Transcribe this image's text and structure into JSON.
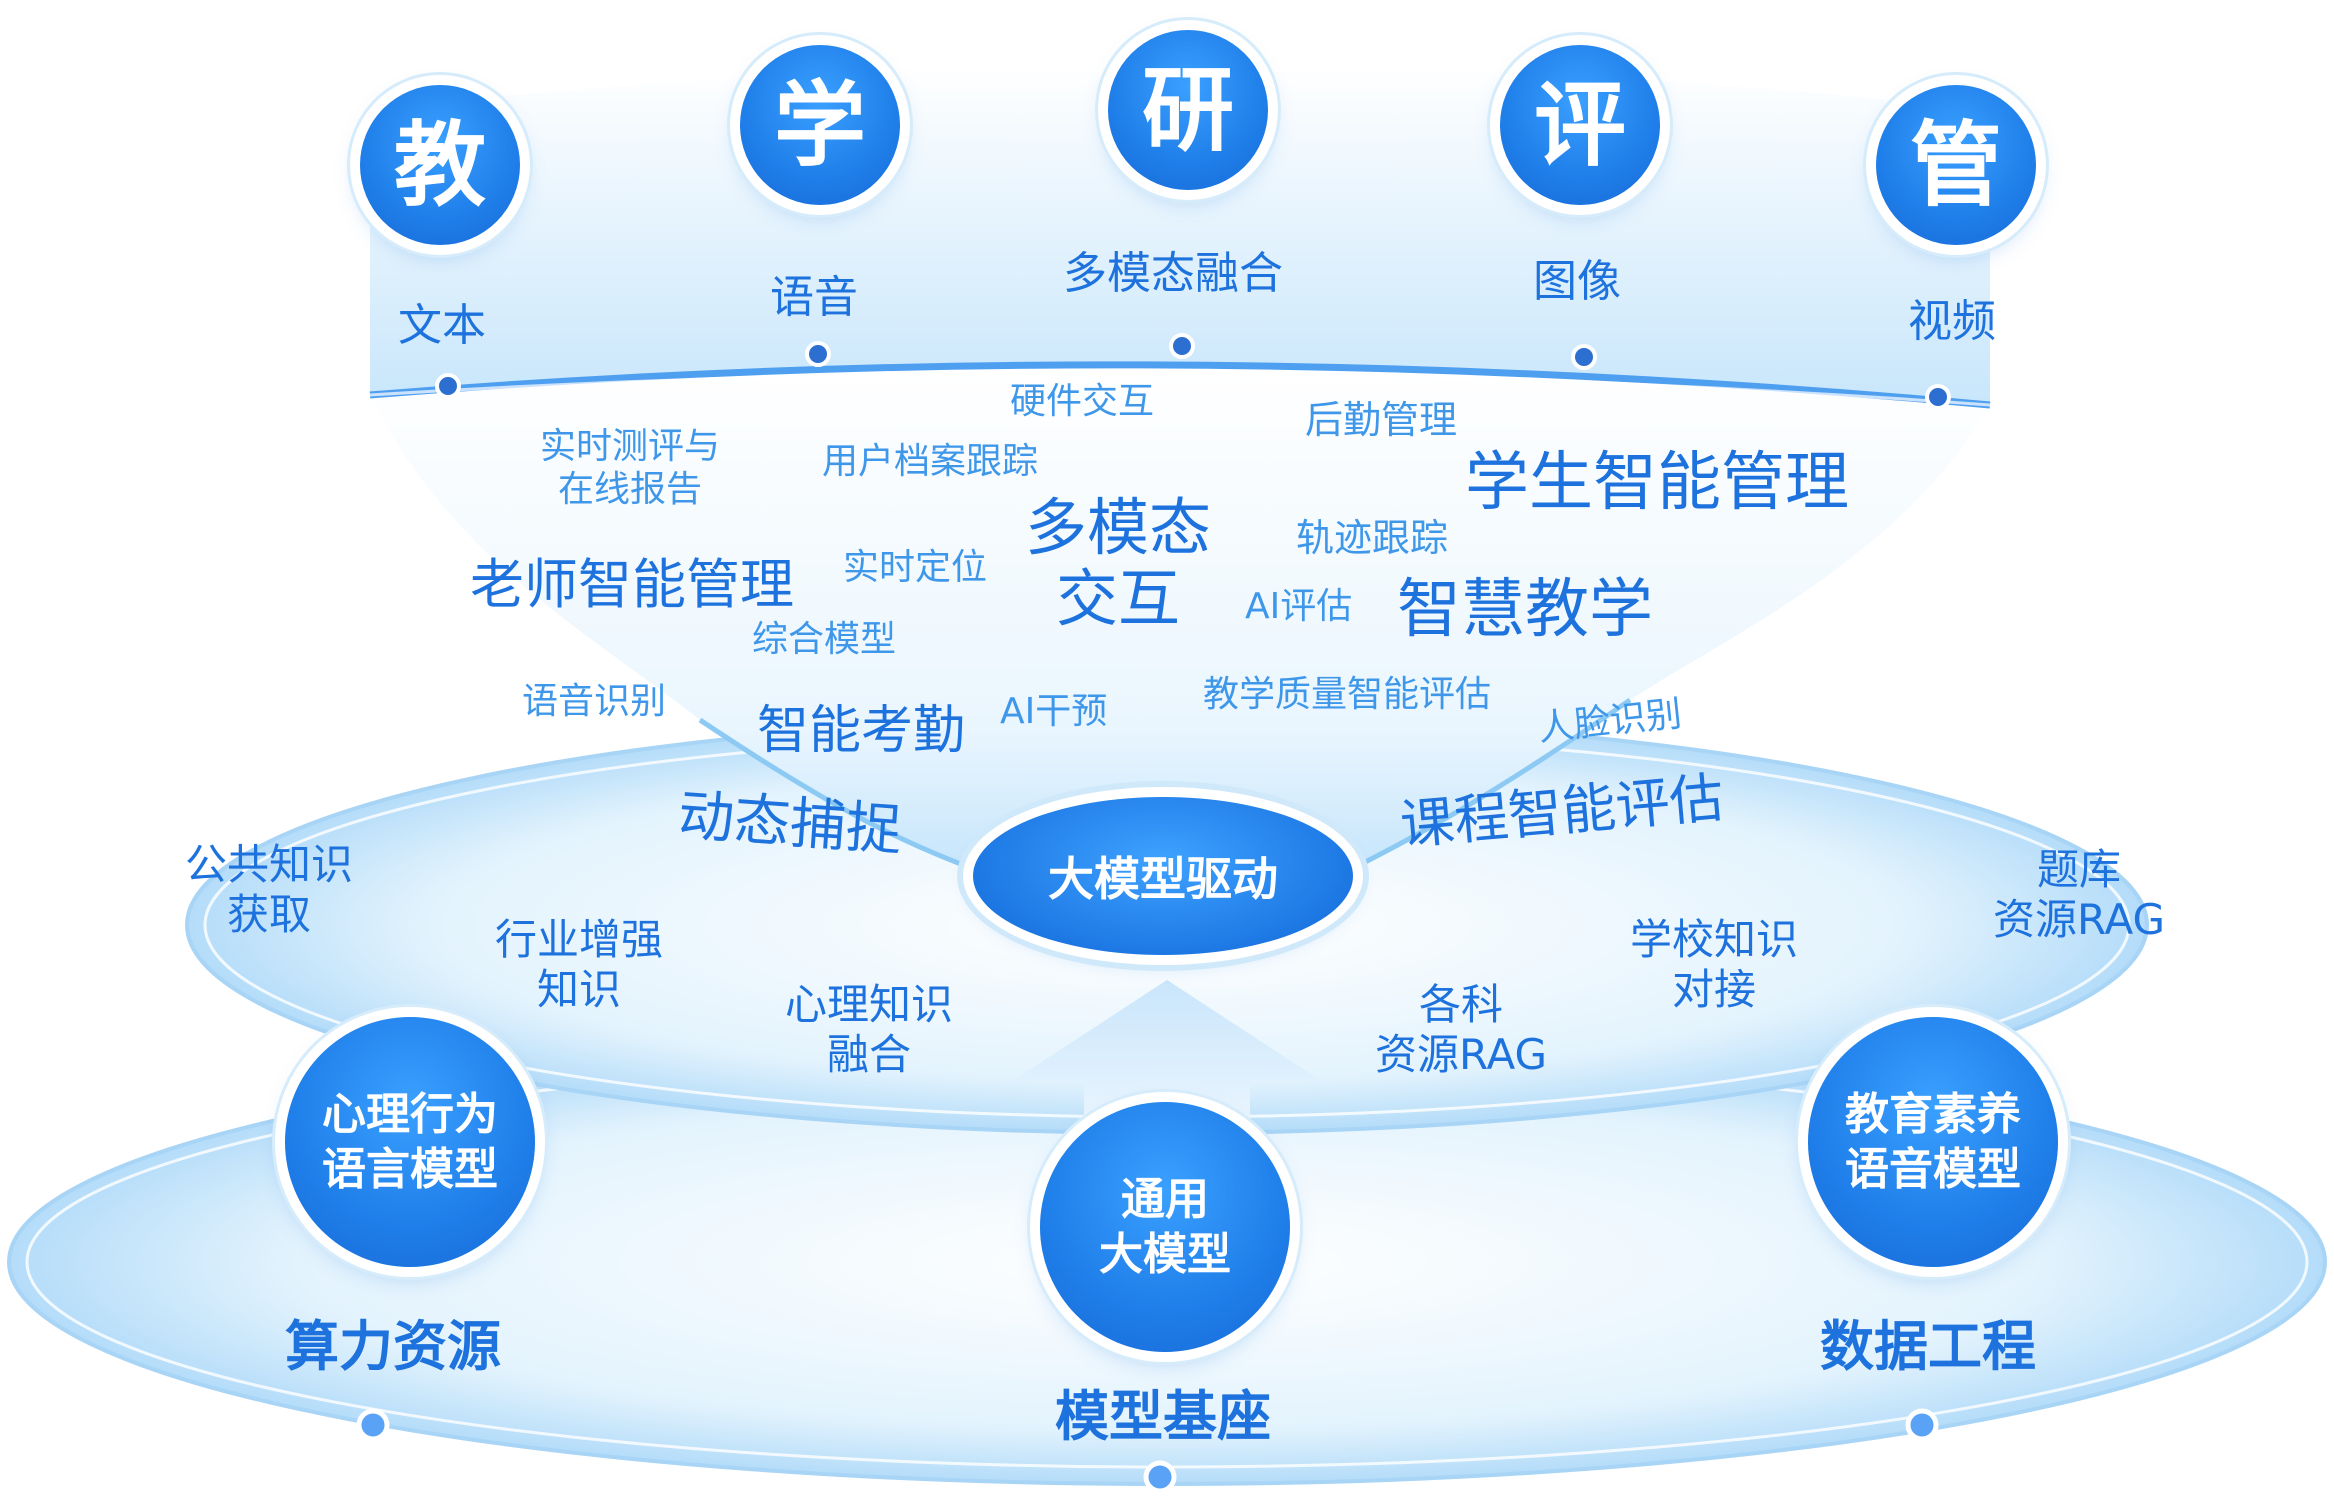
{
  "colors": {
    "primary": "#1d72dd",
    "light": "#3f97ea",
    "accent": "#2a86ee"
  },
  "top_circles": [
    "教",
    "学",
    "研",
    "评",
    "管"
  ],
  "modalities": [
    "文本",
    "语音",
    "多模态融合",
    "图像",
    "视频"
  ],
  "cloud": {
    "small": [
      "硬件交互",
      "实时测评与\n在线报告",
      "用户档案跟踪",
      "后勤管理",
      "实时定位",
      "轨迹跟踪",
      "AI评估",
      "综合模型",
      "语音识别",
      "AI干预",
      "教学质量智能评估",
      "人脸识别"
    ],
    "big": [
      "学生智能管理",
      "多模态\n交互",
      "老师智能管理",
      "智慧教学",
      "智能考勤",
      "动态捕捉",
      "课程智能评估"
    ]
  },
  "center": "大模型驱动",
  "knowledge": [
    "公共知识\n获取",
    "行业增强\n知识",
    "心理知识\n融合",
    "各科\n资源RAG",
    "学校知识\n对接",
    "题库\n资源RAG"
  ],
  "models": [
    "心理行为\n语言模型",
    "通用\n大模型",
    "教育素养\n语音模型"
  ],
  "bottom": [
    "算力资源",
    "模型基座",
    "数据工程"
  ]
}
